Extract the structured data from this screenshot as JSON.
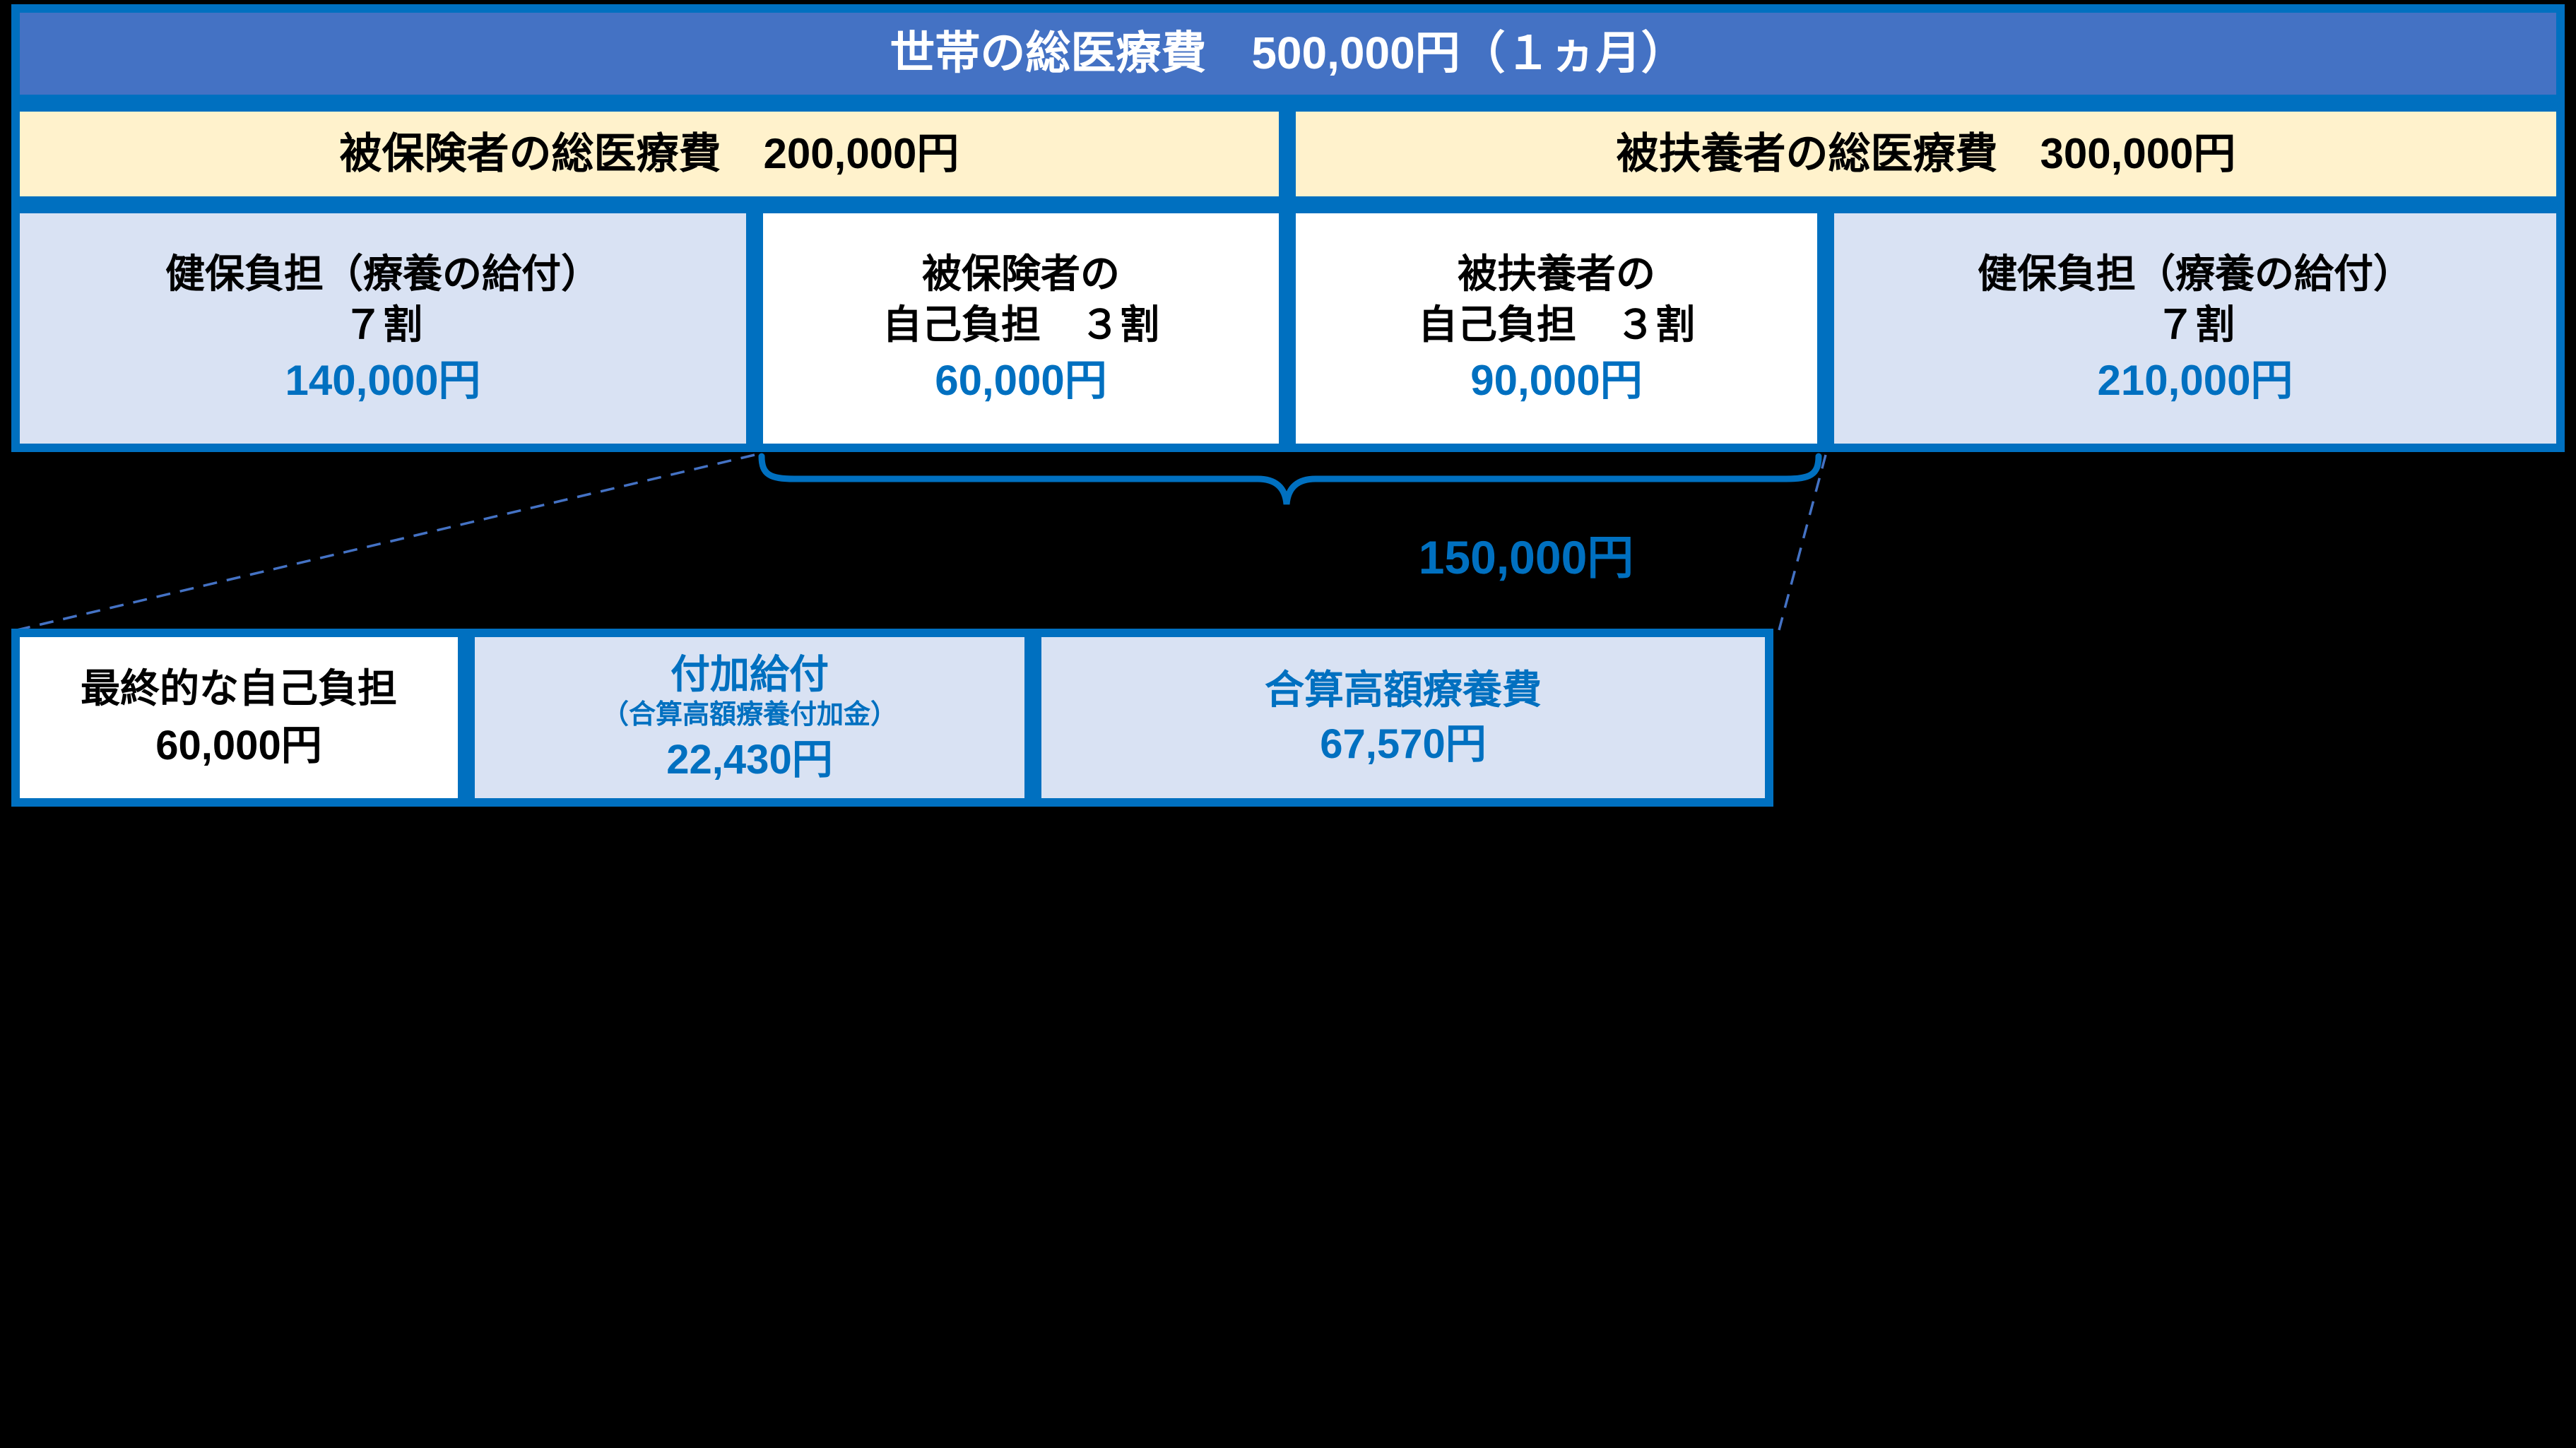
{
  "colors": {
    "background": "#000000",
    "border_blue": "#0070C0",
    "title_fill": "#4472C4",
    "cream_fill": "#FFF2CC",
    "light_blue_fill": "#D9E2F3",
    "white_fill": "#FFFFFF",
    "blue_text": "#0070C0",
    "dashed_connector": "#4472C4",
    "title_text": "#FFFFFF",
    "black_text": "#000000"
  },
  "title": {
    "text": "世帯の総医療費　500,000円（１ヵ月）"
  },
  "row2": [
    {
      "text": "被保険者の総医療費　200,000円"
    },
    {
      "text": "被扶養者の総医療費　300,000円"
    }
  ],
  "row3": [
    {
      "line1": "健保負担（療養の給付）",
      "line2": "７割",
      "amount": "140,000円"
    },
    {
      "line1": "被保険者の",
      "line2": "自己負担　３割",
      "amount": "60,000円"
    },
    {
      "line1": "被扶養者の",
      "line2": "自己負担　３割",
      "amount": "90,000円"
    },
    {
      "line1": "健保負担（療養の給付）",
      "line2": "７割",
      "amount": "210,000円"
    }
  ],
  "bracket": {
    "label": "150,000円"
  },
  "summary": [
    {
      "line1": "最終的な自己負担",
      "amount": "60,000円"
    },
    {
      "title": "付加給付",
      "note": "（合算高額療養付加金）",
      "amount": "22,430円"
    },
    {
      "title": "合算高額療養費",
      "amount": "67,570円"
    }
  ]
}
